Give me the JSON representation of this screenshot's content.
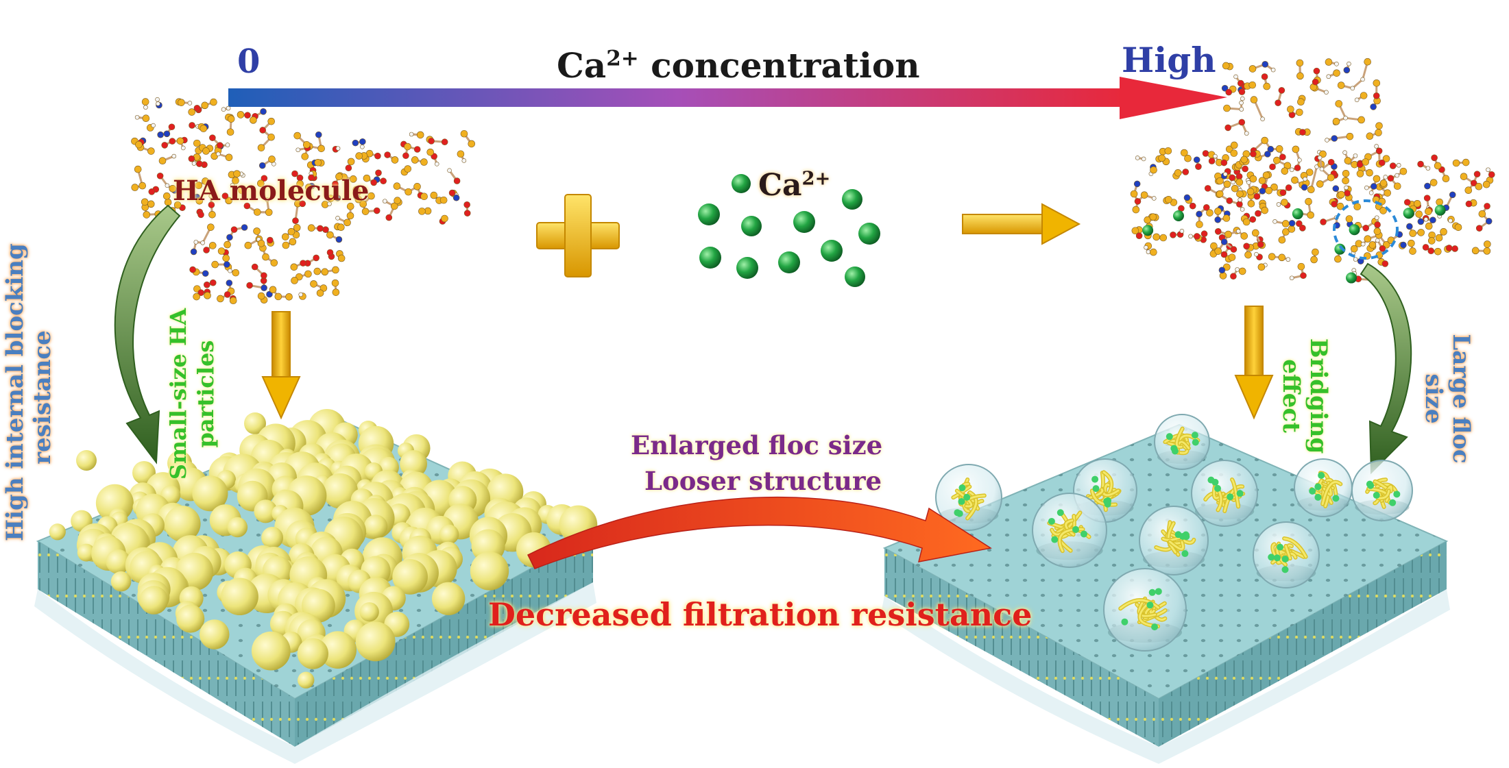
{
  "axis": {
    "low_label": "0",
    "title_main": "Ca",
    "title_sup": "2+",
    "title_rest": " concentration",
    "high_label": "High"
  },
  "left_panel": {
    "molecule_label": "HA molecule",
    "vertical_label_outer_1": "High internal blocking",
    "vertical_label_outer_2": "resistance",
    "vertical_label_inner_1": "Small-size HA",
    "vertical_label_inner_2": "particles"
  },
  "middle": {
    "ion_label_main": "Ca",
    "ion_label_sup": "2+",
    "effect_line_1": "Enlarged floc size",
    "effect_line_2": "Looser structure",
    "result_label": "Decreased filtration resistance"
  },
  "right_panel": {
    "vertical_label_inner_1": "Bridging",
    "vertical_label_inner_2": "effect",
    "vertical_label_outer_1": "Large floc",
    "vertical_label_outer_2": "size"
  },
  "colors": {
    "arrow_start": "#1f5fb8",
    "arrow_mid": "#a64fb8",
    "arrow_end": "#e8283a",
    "yellow_arrow": "#f0b400",
    "calcium_ion": "#1f9a3a",
    "membrane": "#8ec7cc",
    "ha_particle": "#e9e27a",
    "curved_arrow": "#e83a20",
    "green_arrow": "#3f7a2a"
  }
}
